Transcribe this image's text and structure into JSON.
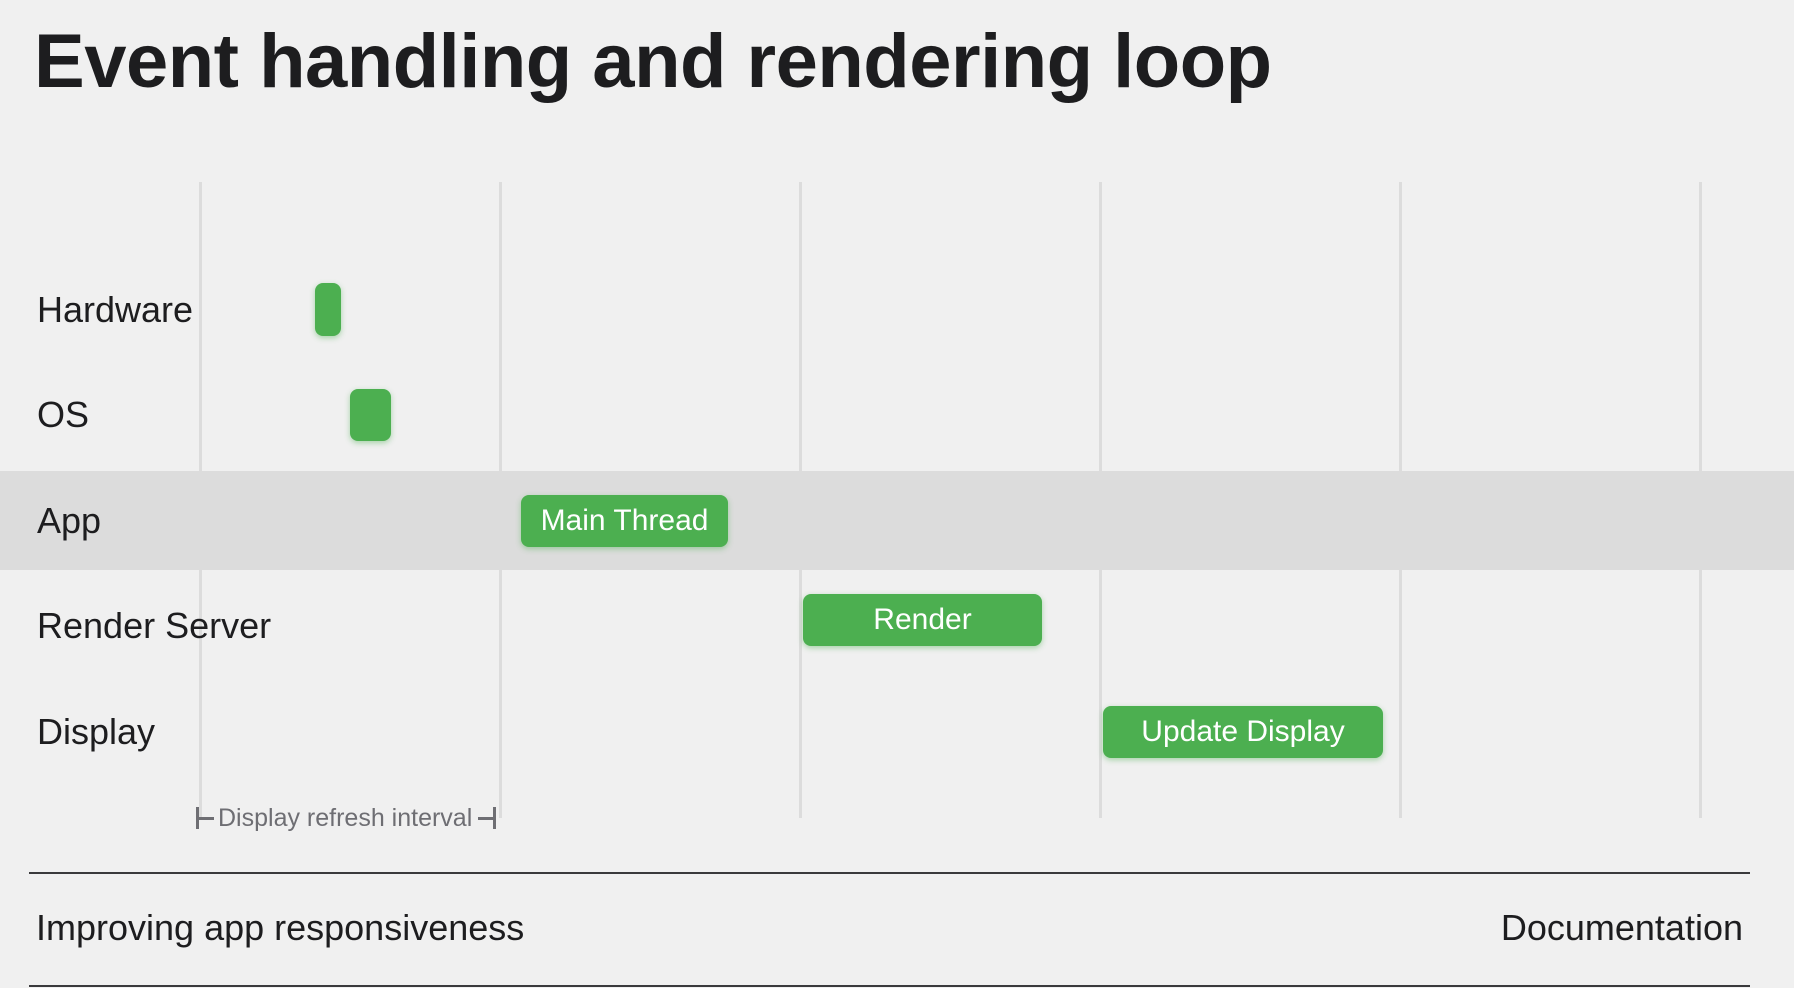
{
  "title": "Event handling and rendering loop",
  "rows": {
    "hardware": "Hardware",
    "os": "OS",
    "app": "App",
    "render_server": "Render Server",
    "display": "Display"
  },
  "blocks": {
    "main_thread": "Main Thread",
    "render": "Render",
    "update_display": "Update Display"
  },
  "refresh_interval_label": "Display refresh interval",
  "footer": {
    "left": "Improving app responsiveness",
    "right": "Documentation"
  },
  "colors": {
    "block": "#4caf50",
    "highlight_band": "#dcdcdc",
    "background": "#f0f0f0"
  }
}
